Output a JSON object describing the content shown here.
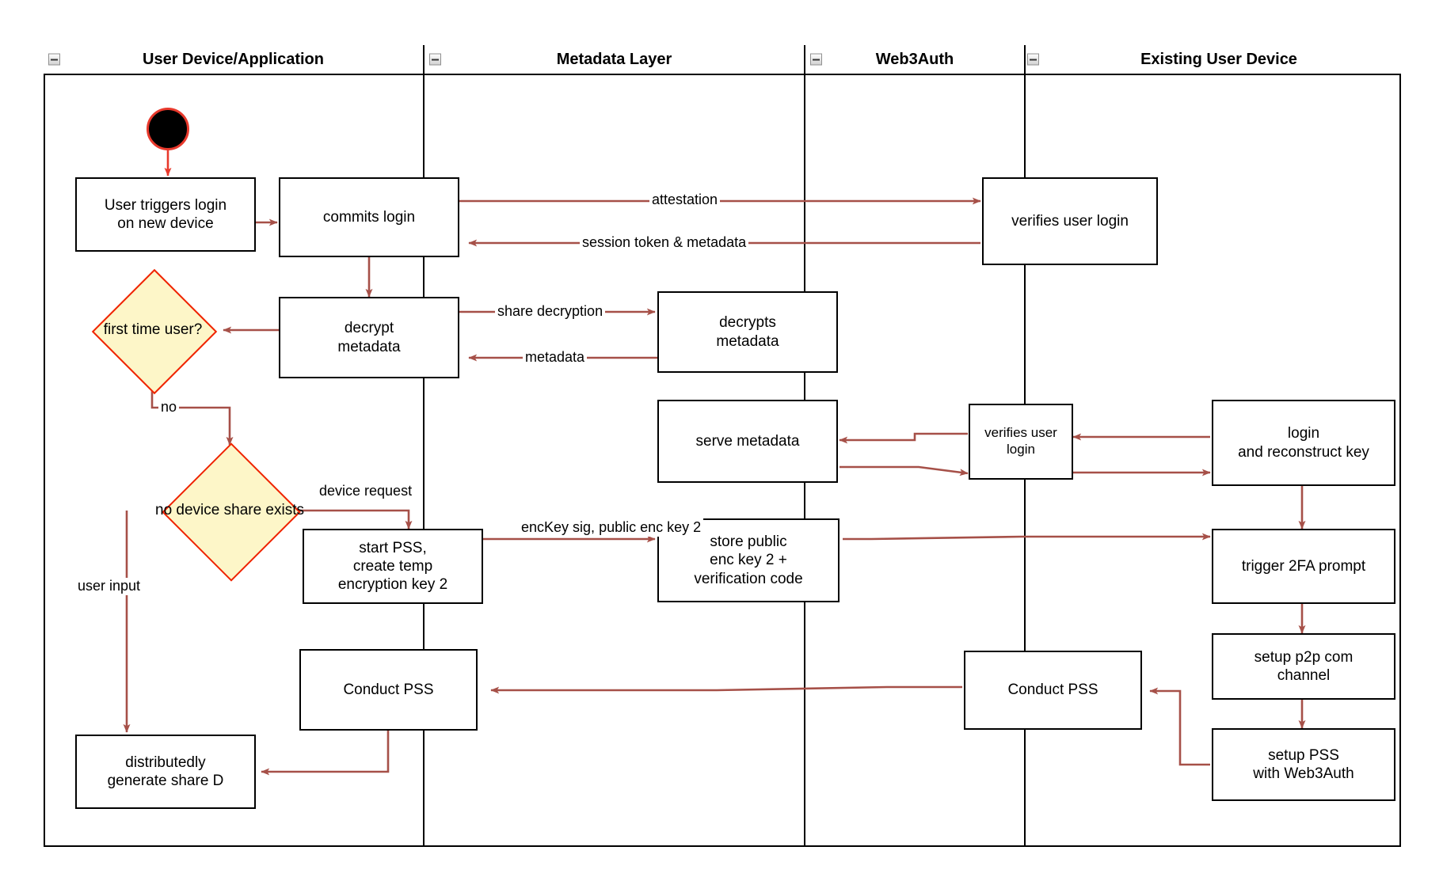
{
  "diagram": {
    "type": "swimlane-activity-diagram",
    "title": "Web3Auth new-device login flow",
    "accent_edge_color": "#a65048",
    "decision_fill": "#fdf6c8",
    "decision_border": "#ef2200",
    "start_node_fill": "#000000",
    "start_node_border": "#e8392c"
  },
  "lanes": [
    {
      "id": "user-device",
      "label": "User Device/Application",
      "collapse_icon": "collapse-minus-icon"
    },
    {
      "id": "metadata-layer",
      "label": "Metadata Layer",
      "collapse_icon": "collapse-minus-icon"
    },
    {
      "id": "web3auth",
      "label": "Web3Auth",
      "collapse_icon": "collapse-minus-icon"
    },
    {
      "id": "existing-user-device",
      "label": "Existing User Device",
      "collapse_icon": "collapse-minus-icon"
    }
  ],
  "nodes": [
    {
      "id": "start",
      "lane": "user-device",
      "shape": "start",
      "label": ""
    },
    {
      "id": "user-triggers-login",
      "lane": "user-device",
      "shape": "rect",
      "lines": [
        "User triggers login",
        "on new device"
      ]
    },
    {
      "id": "commits-login",
      "lane": "user-device",
      "shape": "rect",
      "lines": [
        "commits login"
      ]
    },
    {
      "id": "decrypt-metadata",
      "lane": "user-device",
      "shape": "rect",
      "lines": [
        "decrypt",
        "metadata"
      ]
    },
    {
      "id": "first-time-user",
      "lane": "user-device",
      "shape": "diamond",
      "lines": [
        "first time",
        "user?"
      ]
    },
    {
      "id": "no-device-share-exists",
      "lane": "user-device",
      "shape": "diamond",
      "lines": [
        "no device",
        "share exists"
      ]
    },
    {
      "id": "start-pss",
      "lane": "user-device",
      "shape": "rect",
      "lines": [
        "start PSS,",
        "create temp",
        "encryption key 2"
      ]
    },
    {
      "id": "conduct-pss-user",
      "lane": "user-device",
      "shape": "rect",
      "lines": [
        "Conduct PSS"
      ]
    },
    {
      "id": "distributedly-generate-share-d",
      "lane": "user-device",
      "shape": "rect",
      "lines": [
        "distributedly",
        "generate share D"
      ]
    },
    {
      "id": "decrypts-metadata",
      "lane": "metadata-layer",
      "shape": "rect",
      "lines": [
        "decrypts",
        "metadata"
      ]
    },
    {
      "id": "serve-metadata",
      "lane": "metadata-layer",
      "shape": "rect",
      "lines": [
        "serve metadata"
      ]
    },
    {
      "id": "store-public-enc-key-2",
      "lane": "metadata-layer",
      "shape": "rect",
      "lines": [
        "store public",
        "enc key 2 +",
        "verification code"
      ]
    },
    {
      "id": "verifies-user-login-1",
      "lane": "web3auth",
      "shape": "rect",
      "lines": [
        "verifies user login"
      ]
    },
    {
      "id": "verifies-user-login-2",
      "lane": "web3auth",
      "shape": "rect",
      "lines": [
        "verifies user login"
      ]
    },
    {
      "id": "conduct-pss-web3auth",
      "lane": "web3auth",
      "shape": "rect",
      "lines": [
        "Conduct PSS"
      ]
    },
    {
      "id": "login-and-reconstruct-key",
      "lane": "existing-user-device",
      "shape": "rect",
      "lines": [
        "login",
        "and reconstruct key"
      ]
    },
    {
      "id": "trigger-2fa-prompt",
      "lane": "existing-user-device",
      "shape": "rect",
      "lines": [
        "trigger 2FA prompt"
      ]
    },
    {
      "id": "setup-p2p-com-channel",
      "lane": "existing-user-device",
      "shape": "rect",
      "lines": [
        "setup p2p com",
        "channel"
      ]
    },
    {
      "id": "setup-pss-with-web3auth",
      "lane": "existing-user-device",
      "shape": "rect",
      "lines": [
        "setup PSS",
        "with Web3Auth"
      ]
    }
  ],
  "edge_labels": {
    "attestation": "attestation",
    "session_token_metadata": "session token & metadata",
    "share_decryption": "share decryption",
    "metadata": "metadata",
    "no": "no",
    "device_request": "device request",
    "user_input": "user input",
    "enckey_sig_line1": "encKey sig,",
    "enckey_sig_line2": "public enc key 2"
  }
}
